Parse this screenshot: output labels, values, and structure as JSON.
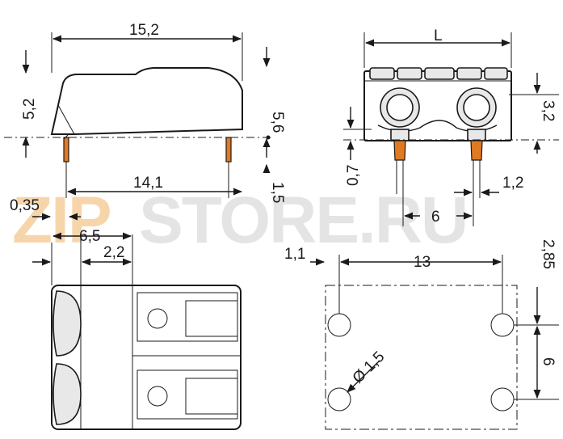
{
  "watermark": {
    "text_zip": "ZIP",
    "text_store": "STORE.RU"
  },
  "colors": {
    "line": "#1a1a1a",
    "pin": "#e07a22",
    "watermark_zip": "#f5c890",
    "watermark_store": "#dcdcdc"
  },
  "side_view": {
    "overall_length": "15,2",
    "height_top": "5,2",
    "height_total": "5,6",
    "pitch_pins": "14,1",
    "pin_length": "1,5"
  },
  "front_view": {
    "length": "L",
    "wire_offset": "3,2",
    "pin_depth": "0,7",
    "pin_pitch": "6",
    "pin_width": "1,2"
  },
  "top_view": {
    "pin_offset": "0,35",
    "pin_distance": "6,5",
    "slot_offset": "2,2"
  },
  "footprint": {
    "edge_x": "1,1",
    "hole_spacing_x": "13",
    "edge_y": "2,85",
    "hole_spacing_y": "6",
    "hole_diameter": "Ø 1,5"
  }
}
